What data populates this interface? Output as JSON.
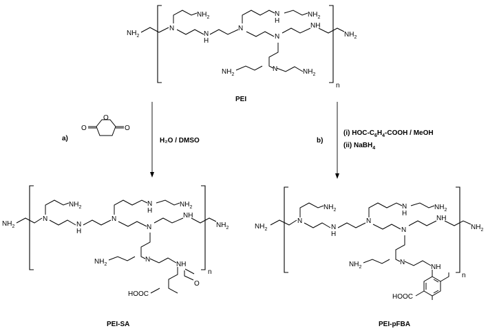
{
  "compounds": {
    "pei": "PEI",
    "pei_sa": "PEI-SA",
    "pei_pfba": "PEI-pFBA"
  },
  "atoms": {
    "n": "N",
    "nh2": "NH",
    "nh2_sub": "2",
    "h": "H",
    "nh": "NH",
    "o": "O",
    "hooc": "HOOC"
  },
  "repeat_index": "n",
  "route_a": {
    "label": "a)",
    "conditions": "H₂O / DMSO"
  },
  "route_b": {
    "label": "b)",
    "step1_prefix": "(i)  HOC-C",
    "step1_sub1": "6",
    "step1_mid": "H",
    "step1_sub2": "4",
    "step1_suffix": "-COOH / MeOH",
    "step2_prefix": "(ii) NaBH",
    "step2_sub": "4"
  }
}
